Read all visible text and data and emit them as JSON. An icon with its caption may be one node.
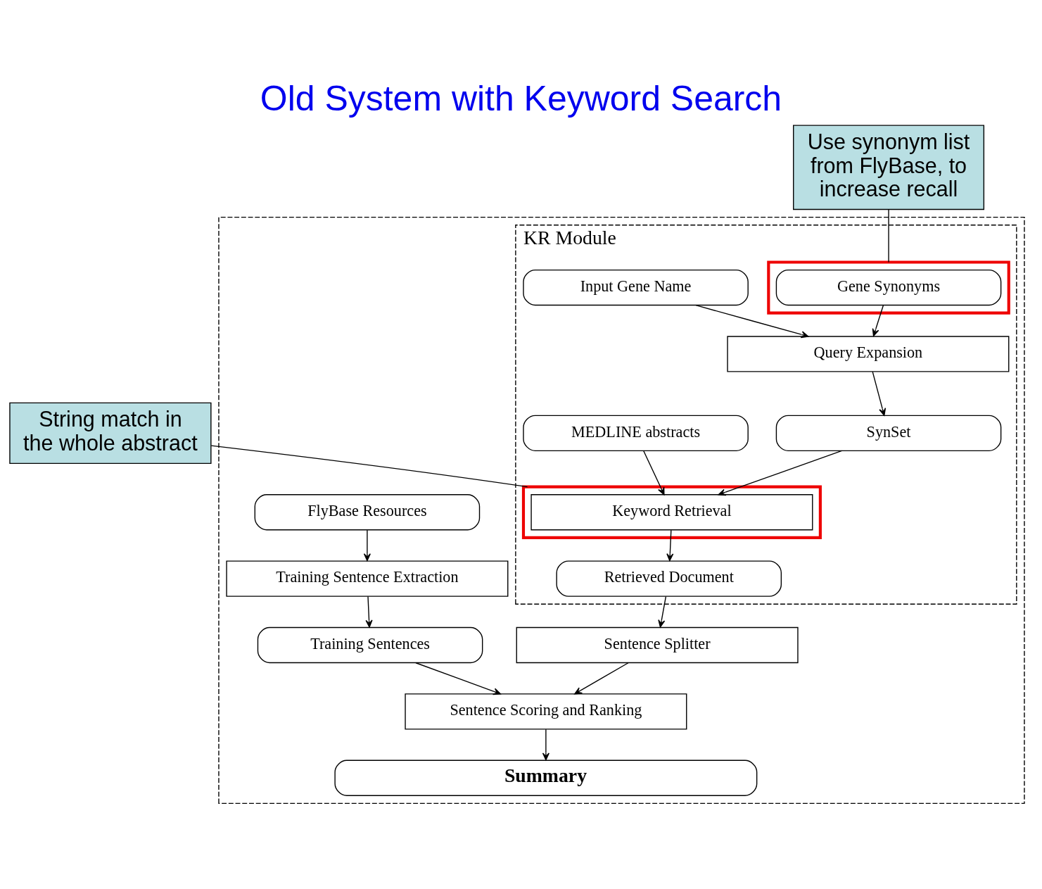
{
  "diagram": {
    "title": "Old System with Keyword Search",
    "nodes": [
      {
        "text": [],
        "shape": "box"
      },
      {
        "text": [
          "KR Module"
        ],
        "in": 0
      },
      {
        "text": [
          "Input Gene Name"
        ],
        "in": 1
      },
      {
        "text": [],
        "shape": "box",
        "in": 1
      },
      {
        "text": [
          "Gene Synonyms"
        ],
        "in": 3
      },
      {
        "text": [
          "Query Expansion"
        ],
        "in": 1
      },
      {
        "text": [
          "FlyBase Resources"
        ],
        "in": 0
      },
      {
        "text": [
          "MEDLINE abstracts"
        ],
        "in": 1
      },
      {
        "text": [
          "SynSet"
        ],
        "in": 1
      },
      {
        "text": [],
        "shape": "box",
        "in": 1
      },
      {
        "text": [
          "Keyword Retrieval"
        ],
        "in": 9
      },
      {
        "text": [
          "Training Sentence Extraction"
        ],
        "in": 0
      },
      {
        "text": [
          "Retrieved Document"
        ],
        "in": 1
      },
      {
        "text": [
          "Training Sentences"
        ],
        "in": 0
      },
      {
        "text": [
          "Sentence Splitter"
        ],
        "in": 0
      },
      {
        "text": [
          "Sentence Scoring and Ranking"
        ],
        "in": 0
      },
      {
        "text": [
          "Summary"
        ],
        "in": 0
      },
      {
        "text": [
          "String match in the whole abstract"
        ]
      },
      {
        "text": [
          "Use synonym list from FlyBase, to increase recall"
        ]
      }
    ],
    "edges": [
      {
        "from": 2,
        "to": 5,
        "arrow": "to"
      },
      {
        "from": 4,
        "to": 5,
        "arrow": "to"
      },
      {
        "from": 5,
        "to": 8,
        "arrow": "to"
      },
      {
        "from": 7,
        "to": 10,
        "arrow": "to"
      },
      {
        "from": 8,
        "to": 10,
        "arrow": "to"
      },
      {
        "from": 10,
        "to": 12,
        "arrow": "to"
      },
      {
        "from": 12,
        "to": 14,
        "arrow": "to"
      },
      {
        "from": 14,
        "to": 15,
        "arrow": "to"
      },
      {
        "from": 6,
        "to": 11,
        "arrow": "to"
      },
      {
        "from": 11,
        "to": 13,
        "arrow": "to"
      },
      {
        "from": 13,
        "to": 15,
        "arrow": "to"
      },
      {
        "from": 15,
        "to": 16,
        "arrow": "to"
      },
      {
        "from": 17,
        "to": 9,
        "arrow": "none"
      },
      {
        "from": 18,
        "to": 3,
        "arrow": "none"
      }
    ]
  }
}
